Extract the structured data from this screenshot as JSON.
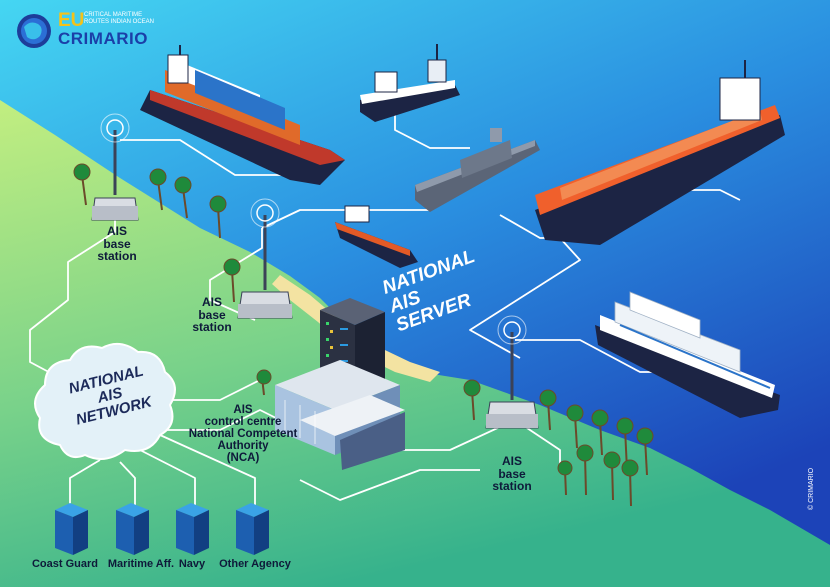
{
  "logo": {
    "eu": "EU",
    "tagline": "CRITICAL MARITIME ROUTES INDIAN OCEAN",
    "name": "CRIMARIO"
  },
  "colors": {
    "ocean_top": "#3fd0f0",
    "ocean_bottom": "#1d4fc0",
    "land_top": "#b8ea7a",
    "land_bottom": "#3fb98a",
    "connector": "#ffffff",
    "label_text": "#0e1a3a"
  },
  "nodes": {
    "base_station_1": "AIS\nbase\nstation",
    "base_station_2": "AIS\nbase\nstation",
    "base_station_3": "AIS\nbase\nstation",
    "national_server": "NATIONAL\nAIS\nSERVER",
    "national_network": "NATIONAL\nAIS\nNETWORK",
    "control_centre": "AIS\ncontrol centre\nNational Competent\nAuthority\n(NCA)"
  },
  "agencies": [
    "Coast Guard",
    "Maritime Aff.",
    "Navy",
    "Other Agency"
  ],
  "vessels": [
    "container-ship",
    "research-vessel",
    "naval-frigate",
    "oil-tanker",
    "patrol-boat",
    "cruise-ship"
  ],
  "icons": [
    "antenna-tower-icon",
    "server-rack-icon",
    "cloud-icon",
    "palm-tree-icon",
    "building-icon"
  ],
  "copyright": "© CRIMARIO"
}
